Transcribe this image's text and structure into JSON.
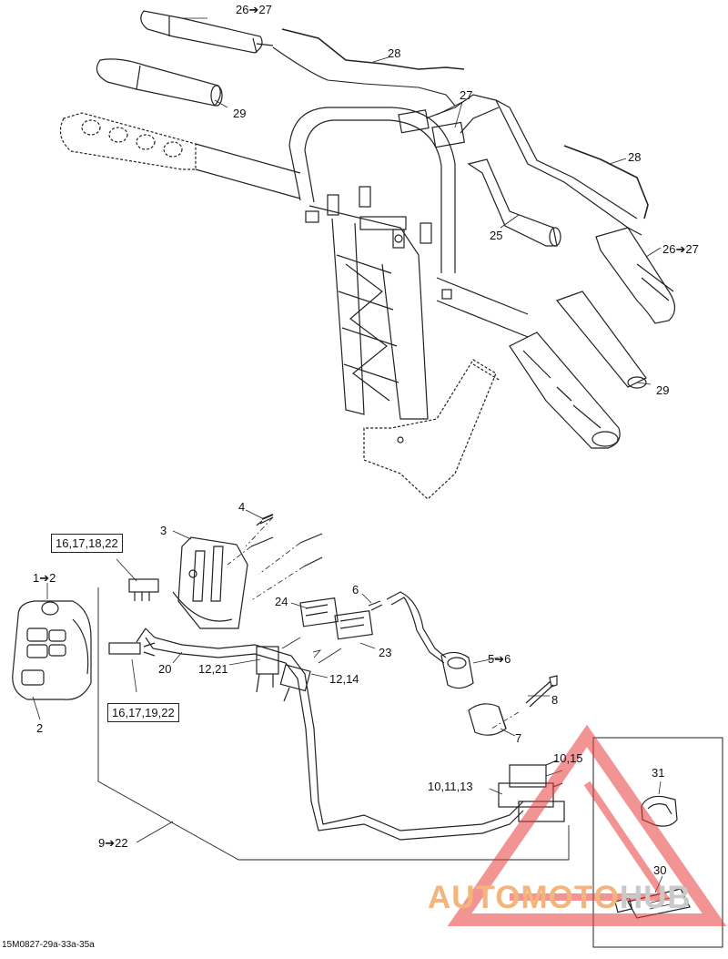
{
  "callouts": {
    "c26_27_top": "26➔27",
    "c28_top": "28",
    "c29_top": "29",
    "c27": "27",
    "c28_right": "28",
    "c25": "25",
    "c26_27_right": "26➔27",
    "c29_right": "29",
    "c4": "4",
    "c3": "3",
    "c16_17_18_22": "16,17,18,22",
    "c1_2": "1➔2",
    "c6": "6",
    "c24": "24",
    "c23": "23",
    "c5_6": "5➔6",
    "c20": "20",
    "c12_21": "12,21",
    "c12_14": "12,14",
    "c8": "8",
    "c16_17_19_22": "16,17,19,22",
    "c2": "2",
    "c7": "7",
    "c10_15": "10,15",
    "c31": "31",
    "c10_11_13": "10,11,13",
    "c9_22": "9➔22",
    "c30": "30"
  },
  "reference_code": "15M0827-29a-33a-35a",
  "watermark": {
    "part1": "AUTOMOTO",
    "part2": "HUB"
  },
  "colors": {
    "watermark_red": "#e83c3c",
    "watermark_orange": "#f4b57c",
    "line": "#222222"
  }
}
